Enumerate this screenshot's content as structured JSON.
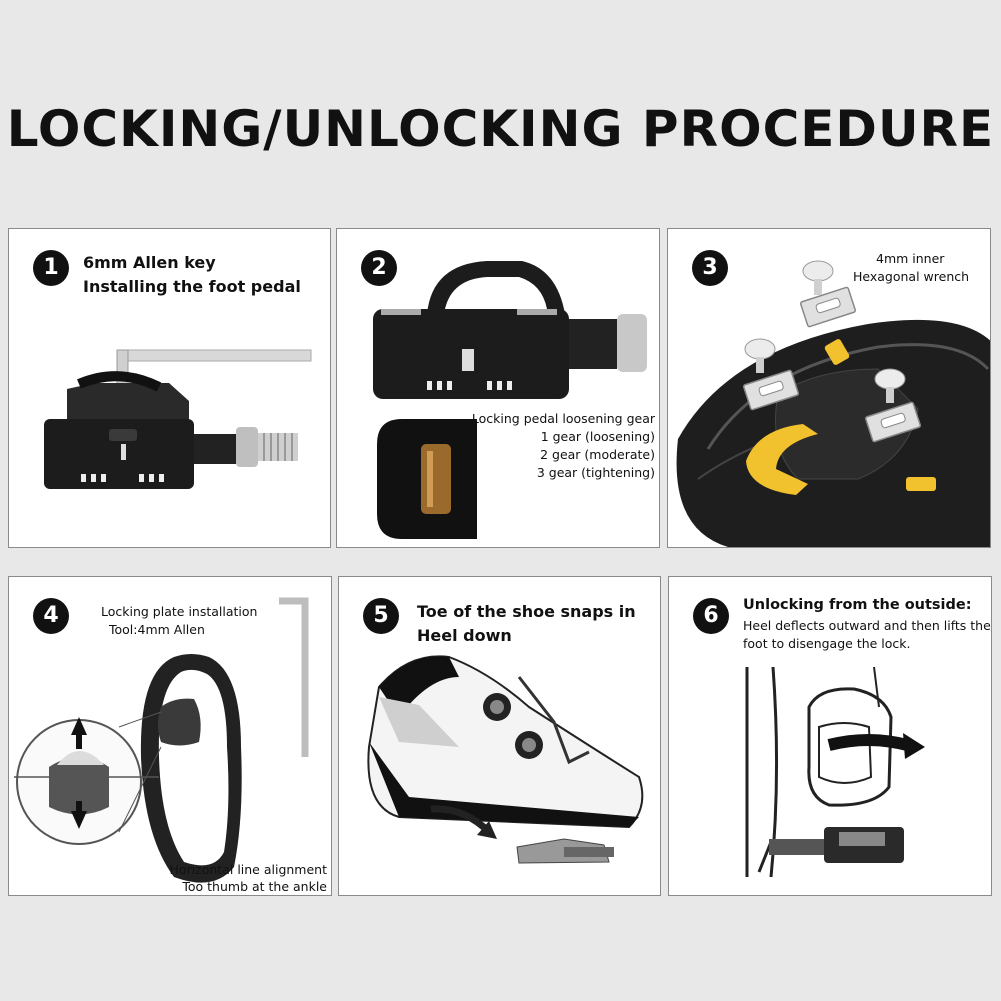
{
  "title": "LOCKING/UNLOCKING PROCEDURE",
  "panels": [
    {
      "number": "1",
      "lines": [
        "6mm Allen key",
        "Installing the foot pedal"
      ]
    },
    {
      "number": "2",
      "caption": [
        "Locking pedal loosening gear",
        "1 gear (loosening)",
        "2 gear (moderate)",
        "3 gear (tightening)"
      ]
    },
    {
      "number": "3",
      "caption": [
        "4mm inner",
        "Hexagonal wrench"
      ]
    },
    {
      "number": "4",
      "caption": [
        "Locking plate installation",
        "Tool:4mm Allen"
      ],
      "bottom": [
        "Horizontal line alignment",
        "Too thumb at the ankle"
      ]
    },
    {
      "number": "5",
      "lines": [
        "Toe of the shoe snaps in",
        "Heel down"
      ]
    },
    {
      "number": "6",
      "heading": "Unlocking from the outside:",
      "body": [
        "Heel deflects outward and then lifts the",
        "foot to disengage the lock."
      ]
    }
  ],
  "colors": {
    "background": "#e8e8e8",
    "panel": "#ffffff",
    "accent_yellow": "#f2c12e",
    "pedal_black": "#1c1c1c"
  }
}
